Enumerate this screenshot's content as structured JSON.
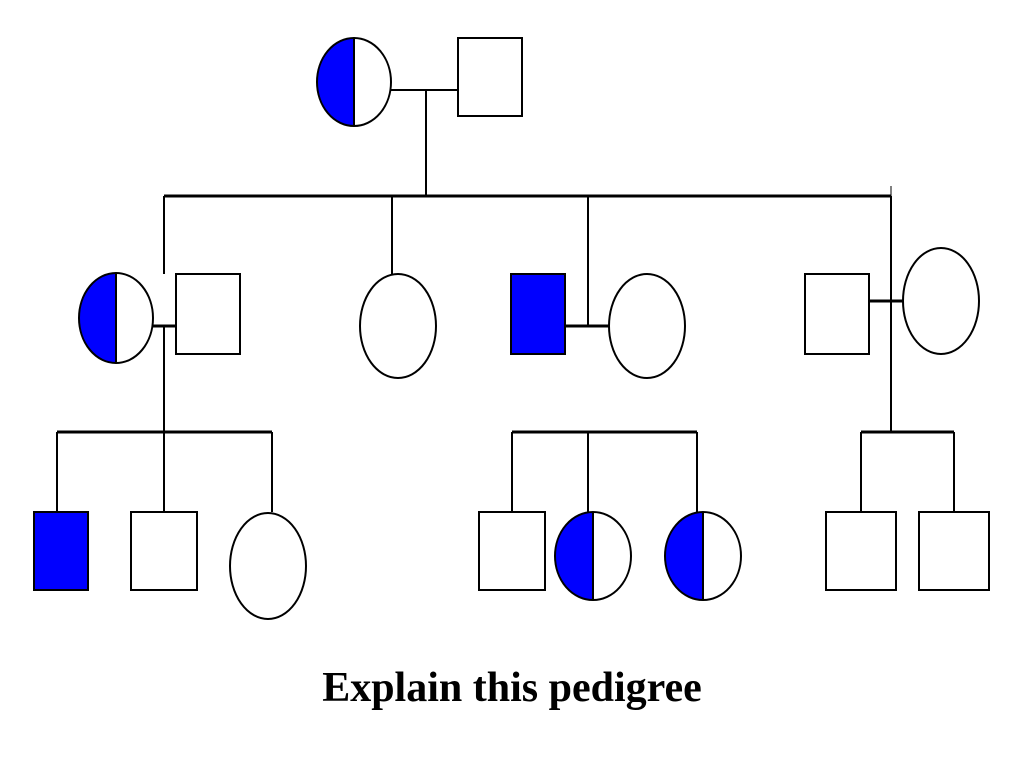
{
  "caption": "Explain this pedigree",
  "colors": {
    "affected_fill": "#0000ff",
    "unaffected_fill": "#ffffff",
    "stroke": "#000000",
    "background": "#ffffff"
  },
  "legend_semantics": {
    "square": "male",
    "circle": "female",
    "full_fill": "affected",
    "half_fill": "carrier"
  },
  "generations": [
    {
      "generation": 1,
      "individuals": [
        {
          "id": "I-1",
          "sex": "female",
          "status": "carrier"
        },
        {
          "id": "I-2",
          "sex": "male",
          "status": "unaffected"
        }
      ]
    },
    {
      "generation": 2,
      "individuals": [
        {
          "id": "II-1",
          "sex": "female",
          "status": "carrier"
        },
        {
          "id": "II-2",
          "sex": "male",
          "status": "unaffected"
        },
        {
          "id": "II-3",
          "sex": "female",
          "status": "unaffected"
        },
        {
          "id": "II-4",
          "sex": "male",
          "status": "affected"
        },
        {
          "id": "II-5",
          "sex": "female",
          "status": "unaffected"
        },
        {
          "id": "II-6",
          "sex": "male",
          "status": "unaffected"
        },
        {
          "id": "II-7",
          "sex": "female",
          "status": "unaffected"
        }
      ]
    },
    {
      "generation": 3,
      "individuals": [
        {
          "id": "III-1",
          "sex": "male",
          "status": "affected"
        },
        {
          "id": "III-2",
          "sex": "male",
          "status": "unaffected"
        },
        {
          "id": "III-3",
          "sex": "female",
          "status": "unaffected"
        },
        {
          "id": "III-4",
          "sex": "male",
          "status": "unaffected"
        },
        {
          "id": "III-5",
          "sex": "female",
          "status": "carrier"
        },
        {
          "id": "III-6",
          "sex": "female",
          "status": "carrier"
        },
        {
          "id": "III-7",
          "sex": "male",
          "status": "unaffected"
        },
        {
          "id": "III-8",
          "sex": "male",
          "status": "unaffected"
        }
      ]
    }
  ],
  "matings": [
    {
      "partners": [
        "I-1",
        "I-2"
      ],
      "children": [
        "II-1",
        "II-3",
        "II-4",
        "II-7"
      ]
    },
    {
      "partners": [
        "II-1",
        "II-2"
      ],
      "children": [
        "III-1",
        "III-2",
        "III-3"
      ]
    },
    {
      "partners": [
        "II-4",
        "II-5"
      ],
      "children": [
        "III-4",
        "III-5",
        "III-6"
      ]
    },
    {
      "partners": [
        "II-6",
        "II-7"
      ],
      "children": [
        "III-7",
        "III-8"
      ]
    }
  ]
}
